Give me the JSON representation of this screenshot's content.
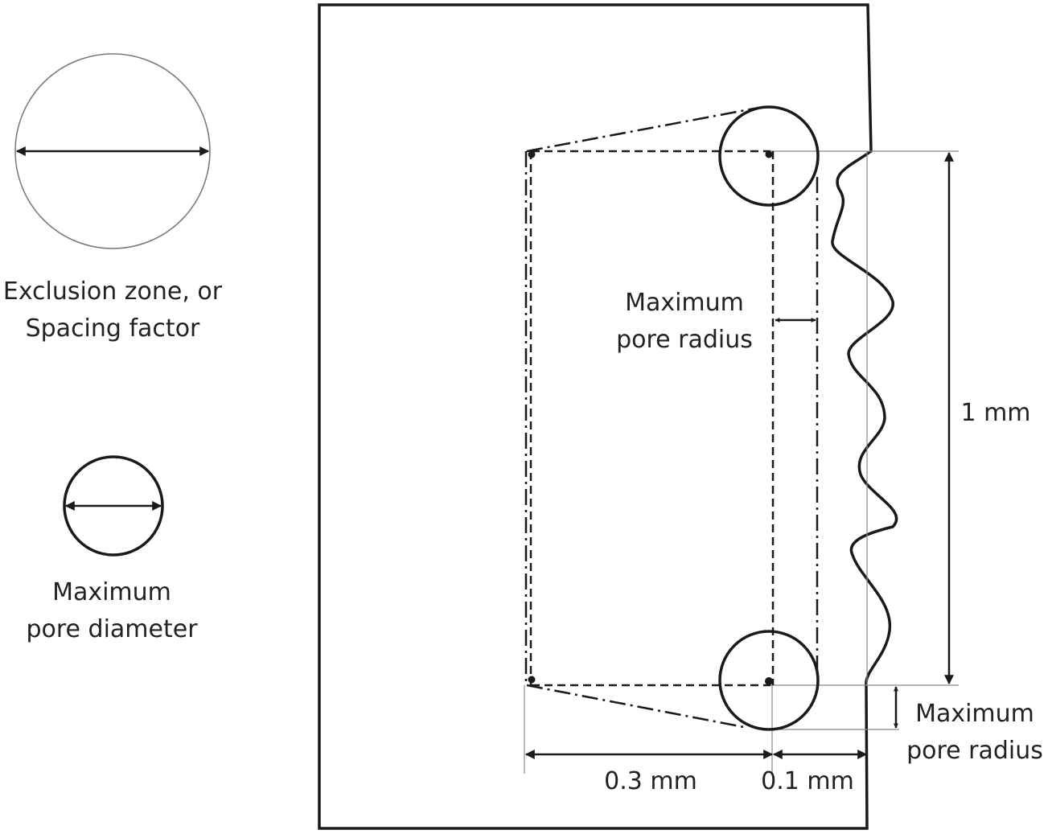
{
  "legend": {
    "exclusion_zone": {
      "line1": "Exclusion zone, or",
      "line2": "Spacing factor"
    },
    "pore_diameter": {
      "line1": "Maximum",
      "line2": "pore diameter"
    }
  },
  "labels": {
    "inner_pore_radius": {
      "line1": "Maximum",
      "line2": "pore radius"
    },
    "lower_pore_radius": {
      "line1": "Maximum",
      "line2": "pore radius"
    },
    "height": "1 mm",
    "depth": "0.3 mm",
    "surface_offset": "0.1 mm"
  },
  "colors": {
    "line": "#1a1a1a",
    "thin_line": "#888888",
    "text": "#222222"
  }
}
